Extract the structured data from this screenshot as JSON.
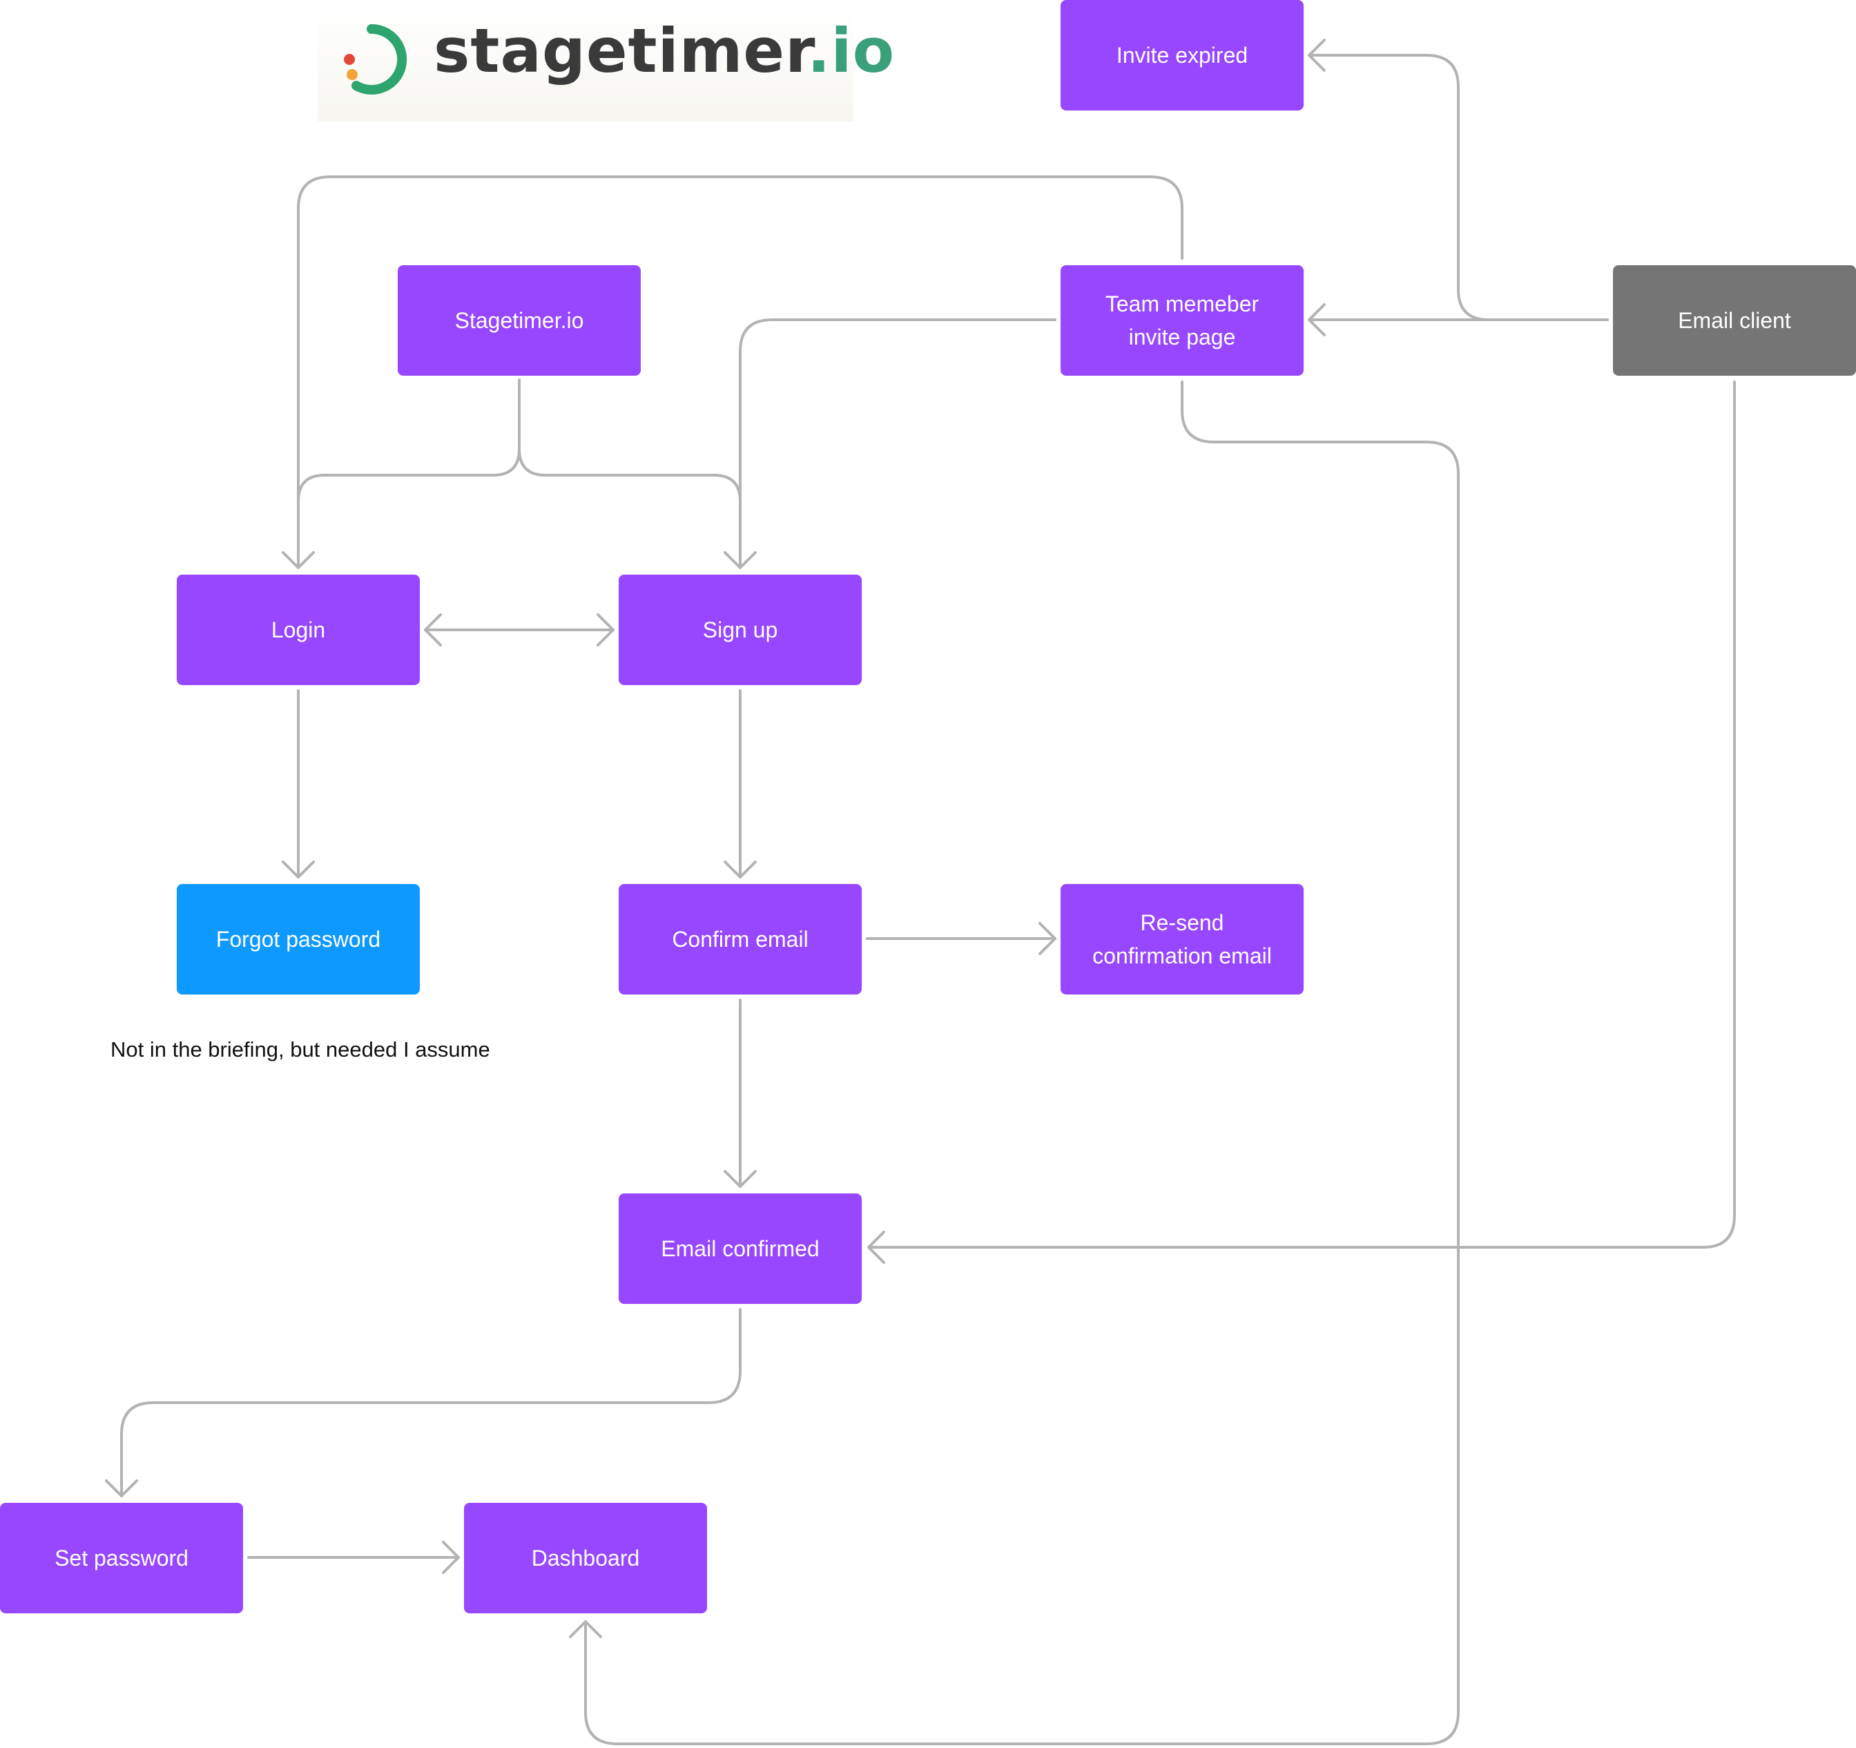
{
  "logo": {
    "name": "stagetimer",
    "tld": ".io",
    "colors": {
      "wordmark": "#3a3a3a",
      "tld": "#3aa07a",
      "arc": "#2ea56e",
      "dot_red": "#e2483a",
      "dot_orange": "#f2a33a"
    }
  },
  "colors": {
    "purple": "#9747ff",
    "blue": "#0d99ff",
    "gray": "#757575",
    "connector": "#b3b3b3"
  },
  "nodes": {
    "stagetimer": "Stagetimer.io",
    "invite_expired": "Invite expired",
    "team_invite": "Team memeber\ninvite page",
    "email_client": "Email client",
    "login": "Login",
    "sign_up": "Sign up",
    "forgot_password": "Forgot password",
    "confirm_email": "Confirm email",
    "resend": "Re-send\nconfirmation email",
    "email_confirmed": "Email confirmed",
    "set_password": "Set password",
    "dashboard": "Dashboard"
  },
  "note": "Not in the briefing, but needed I assume",
  "edges": [
    {
      "from": "stagetimer",
      "to": "login"
    },
    {
      "from": "stagetimer",
      "to": "sign_up"
    },
    {
      "from": "team_invite",
      "to": "login"
    },
    {
      "from": "team_invite",
      "to": "sign_up"
    },
    {
      "from": "team_invite",
      "to": "dashboard"
    },
    {
      "from": "email_client",
      "to": "team_invite"
    },
    {
      "from": "email_client",
      "to": "invite_expired"
    },
    {
      "from": "email_client",
      "to": "email_confirmed"
    },
    {
      "from": "login",
      "to": "sign_up",
      "bidirectional": true
    },
    {
      "from": "login",
      "to": "forgot_password"
    },
    {
      "from": "sign_up",
      "to": "confirm_email"
    },
    {
      "from": "confirm_email",
      "to": "resend"
    },
    {
      "from": "confirm_email",
      "to": "email_confirmed"
    },
    {
      "from": "email_confirmed",
      "to": "set_password"
    },
    {
      "from": "set_password",
      "to": "dashboard"
    }
  ]
}
